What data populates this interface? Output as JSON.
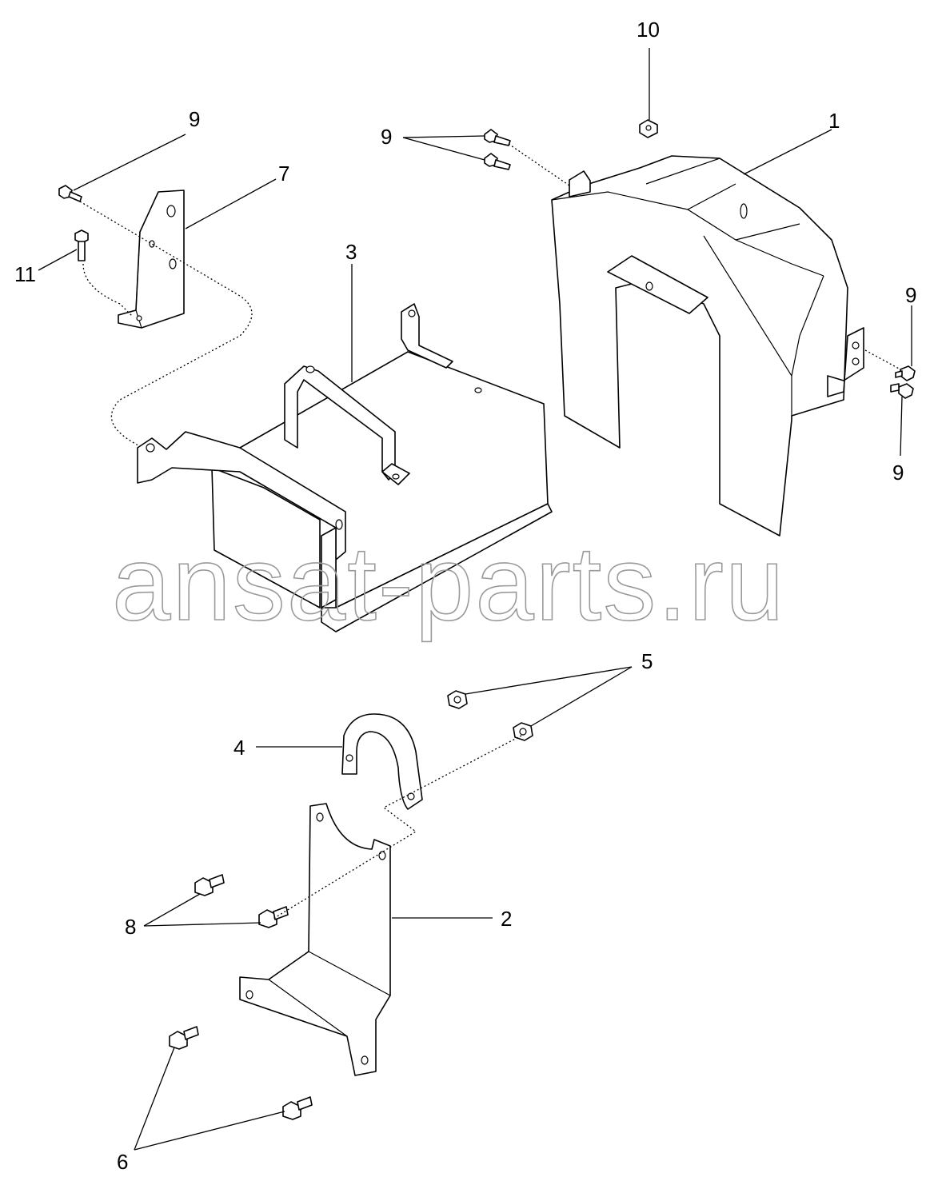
{
  "diagram": {
    "watermark": "ansat-parts.ru",
    "callouts": {
      "c1": "1",
      "c2": "2",
      "c3": "3",
      "c4": "4",
      "c5": "5",
      "c6": "6",
      "c7": "7",
      "c8": "8",
      "c9a": "9",
      "c9b": "9",
      "c9c": "9",
      "c9d": "9",
      "c10": "10",
      "c11": "11"
    }
  }
}
